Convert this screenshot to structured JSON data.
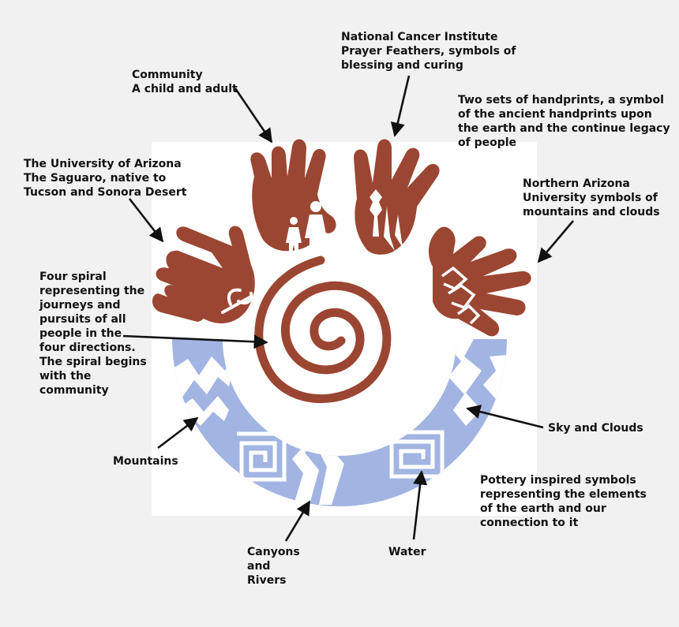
{
  "colors": {
    "background": "#f1f1f1",
    "panel": "#ffffff",
    "hand": "#9b4632",
    "earth": "#a2b4e2",
    "arrow": "#111111",
    "text": "#111111"
  },
  "labels": {
    "cancer_institute": [
      "National Cancer Institute",
      "Prayer Feathers, symbols of",
      "blessing and curing"
    ],
    "community": [
      "Community",
      "A child and adult"
    ],
    "handprints": [
      "Two sets of handprints, a symbol",
      "of the ancient handprints upon",
      "the earth and the continue legacy",
      "of people"
    ],
    "university_arizona": [
      "The University of Arizona",
      "The Saguaro, native to",
      "Tucson and Sonora Desert"
    ],
    "northern_arizona": [
      "Northern Arizona",
      "University symbols of",
      "mountains and clouds"
    ],
    "spiral": [
      "Four spiral",
      "representing the",
      "journeys and",
      "pursuits of all",
      "people in the",
      "four directions.",
      "The spiral begins",
      "with the",
      "community"
    ],
    "sky_clouds": [
      "Sky and Clouds"
    ],
    "mountains": [
      "Mountains"
    ],
    "pottery": [
      "Pottery inspired symbols",
      "representing the elements",
      "of the earth and our",
      "connection to it"
    ],
    "canyons": [
      "Canyons",
      "and",
      "Rivers"
    ],
    "water": [
      "Water"
    ]
  }
}
